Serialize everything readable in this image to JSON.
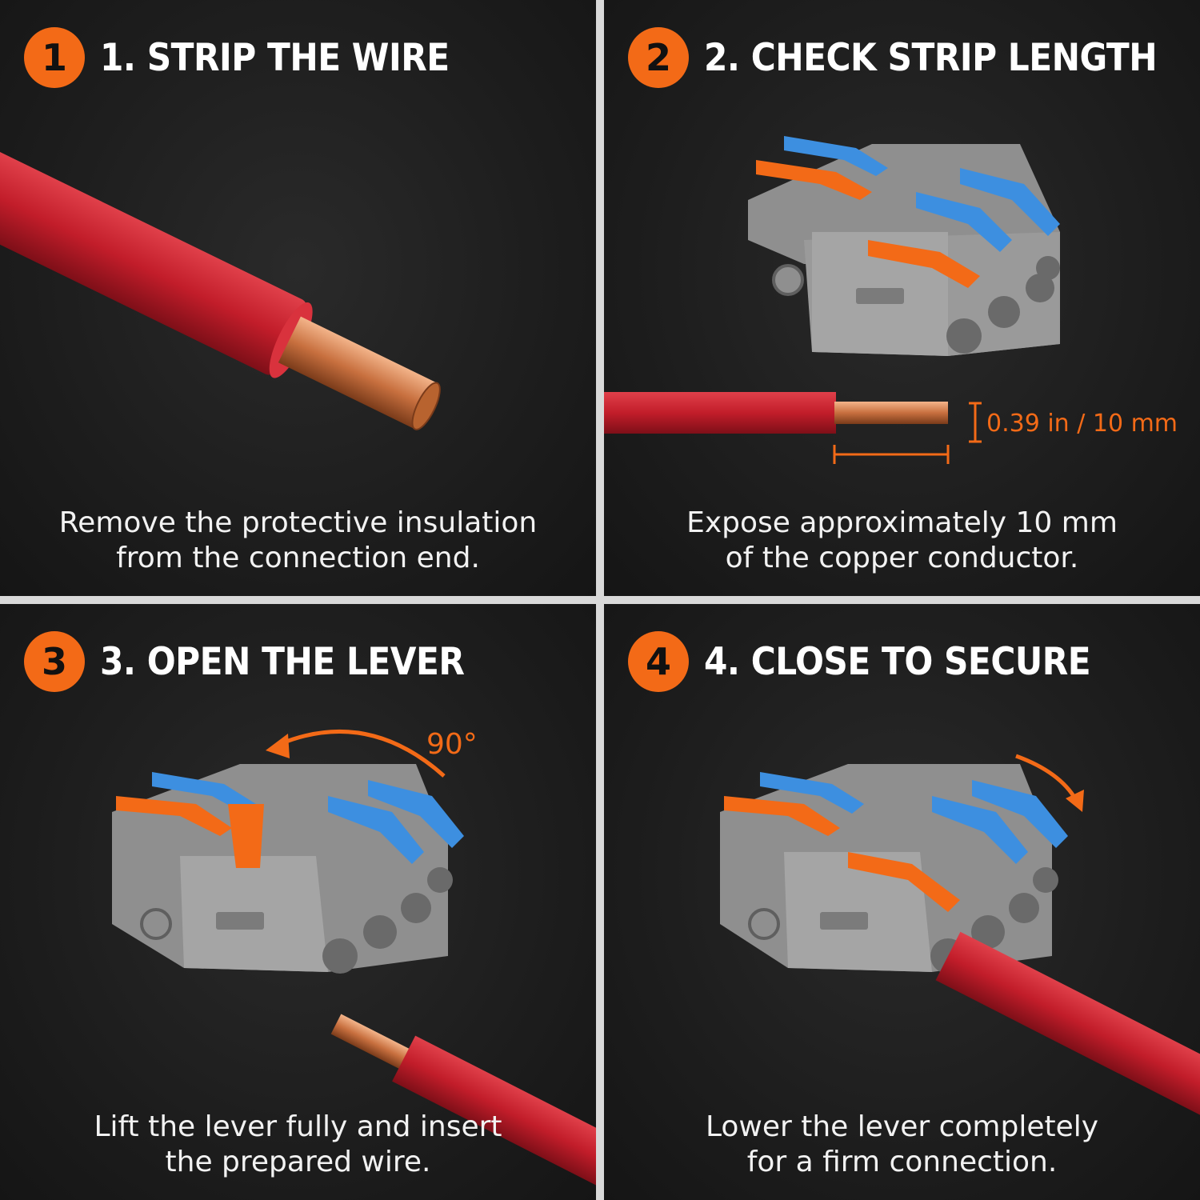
{
  "accent_color": "#f36a17",
  "steps": [
    {
      "number": "1",
      "title": "1. STRIP THE WIRE",
      "caption_line1": "Remove the protective insulation",
      "caption_line2": "from the connection end."
    },
    {
      "number": "2",
      "title": "2. CHECK STRIP LENGTH",
      "caption_line1": "Expose approximately 10 mm",
      "caption_line2": "of the copper conductor.",
      "measurement": "0.39 in / 10 mm"
    },
    {
      "number": "3",
      "title": "3. OPEN THE LEVER",
      "caption_line1": "Lift the lever fully and insert",
      "caption_line2": "the prepared wire.",
      "angle": "90°"
    },
    {
      "number": "4",
      "title": "4. CLOSE TO SECURE",
      "caption_line1": "Lower the lever completely",
      "caption_line2": "for a firm connection."
    }
  ],
  "icons": [
    "wire-illustration",
    "connector-illustration",
    "rotate-arrow-icon",
    "dimension-icon"
  ]
}
